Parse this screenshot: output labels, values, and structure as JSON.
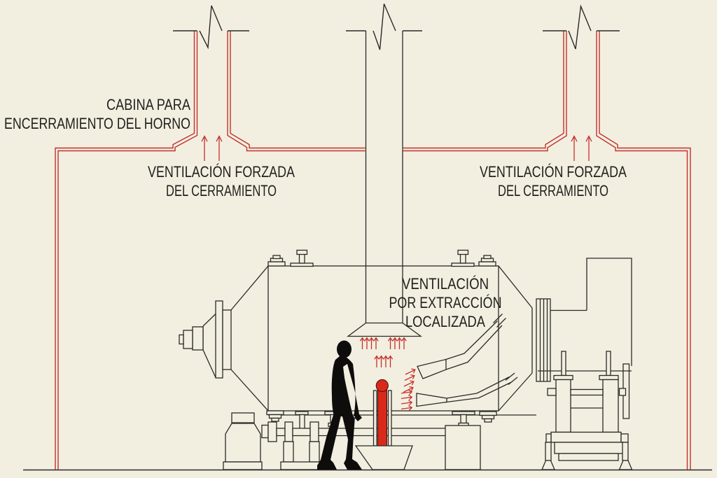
{
  "colors": {
    "background": "#f2efe1",
    "line": "#2b2a27",
    "red": "#c5302b",
    "ingot": "#d8291b",
    "ingot_outline": "#441008",
    "text": "#201f1c",
    "silhouette": "#0e0d0c"
  },
  "labels": {
    "cabin_line1": "CABINA PARA",
    "cabin_line2": "ENCERRAMIENTO DEL HORNO",
    "forced_left_line1": "VENTILACIÓN FORZADA",
    "forced_left_line2": "DEL CERRAMIENTO",
    "forced_right_line1": "VENTILACIÓN FORZADA",
    "forced_right_line2": "DEL CERRAMIENTO",
    "extraction_line1": "VENTILACIÓN",
    "extraction_line2": "POR EXTRACCIÓN",
    "extraction_line3": "LOCALIZADA"
  }
}
